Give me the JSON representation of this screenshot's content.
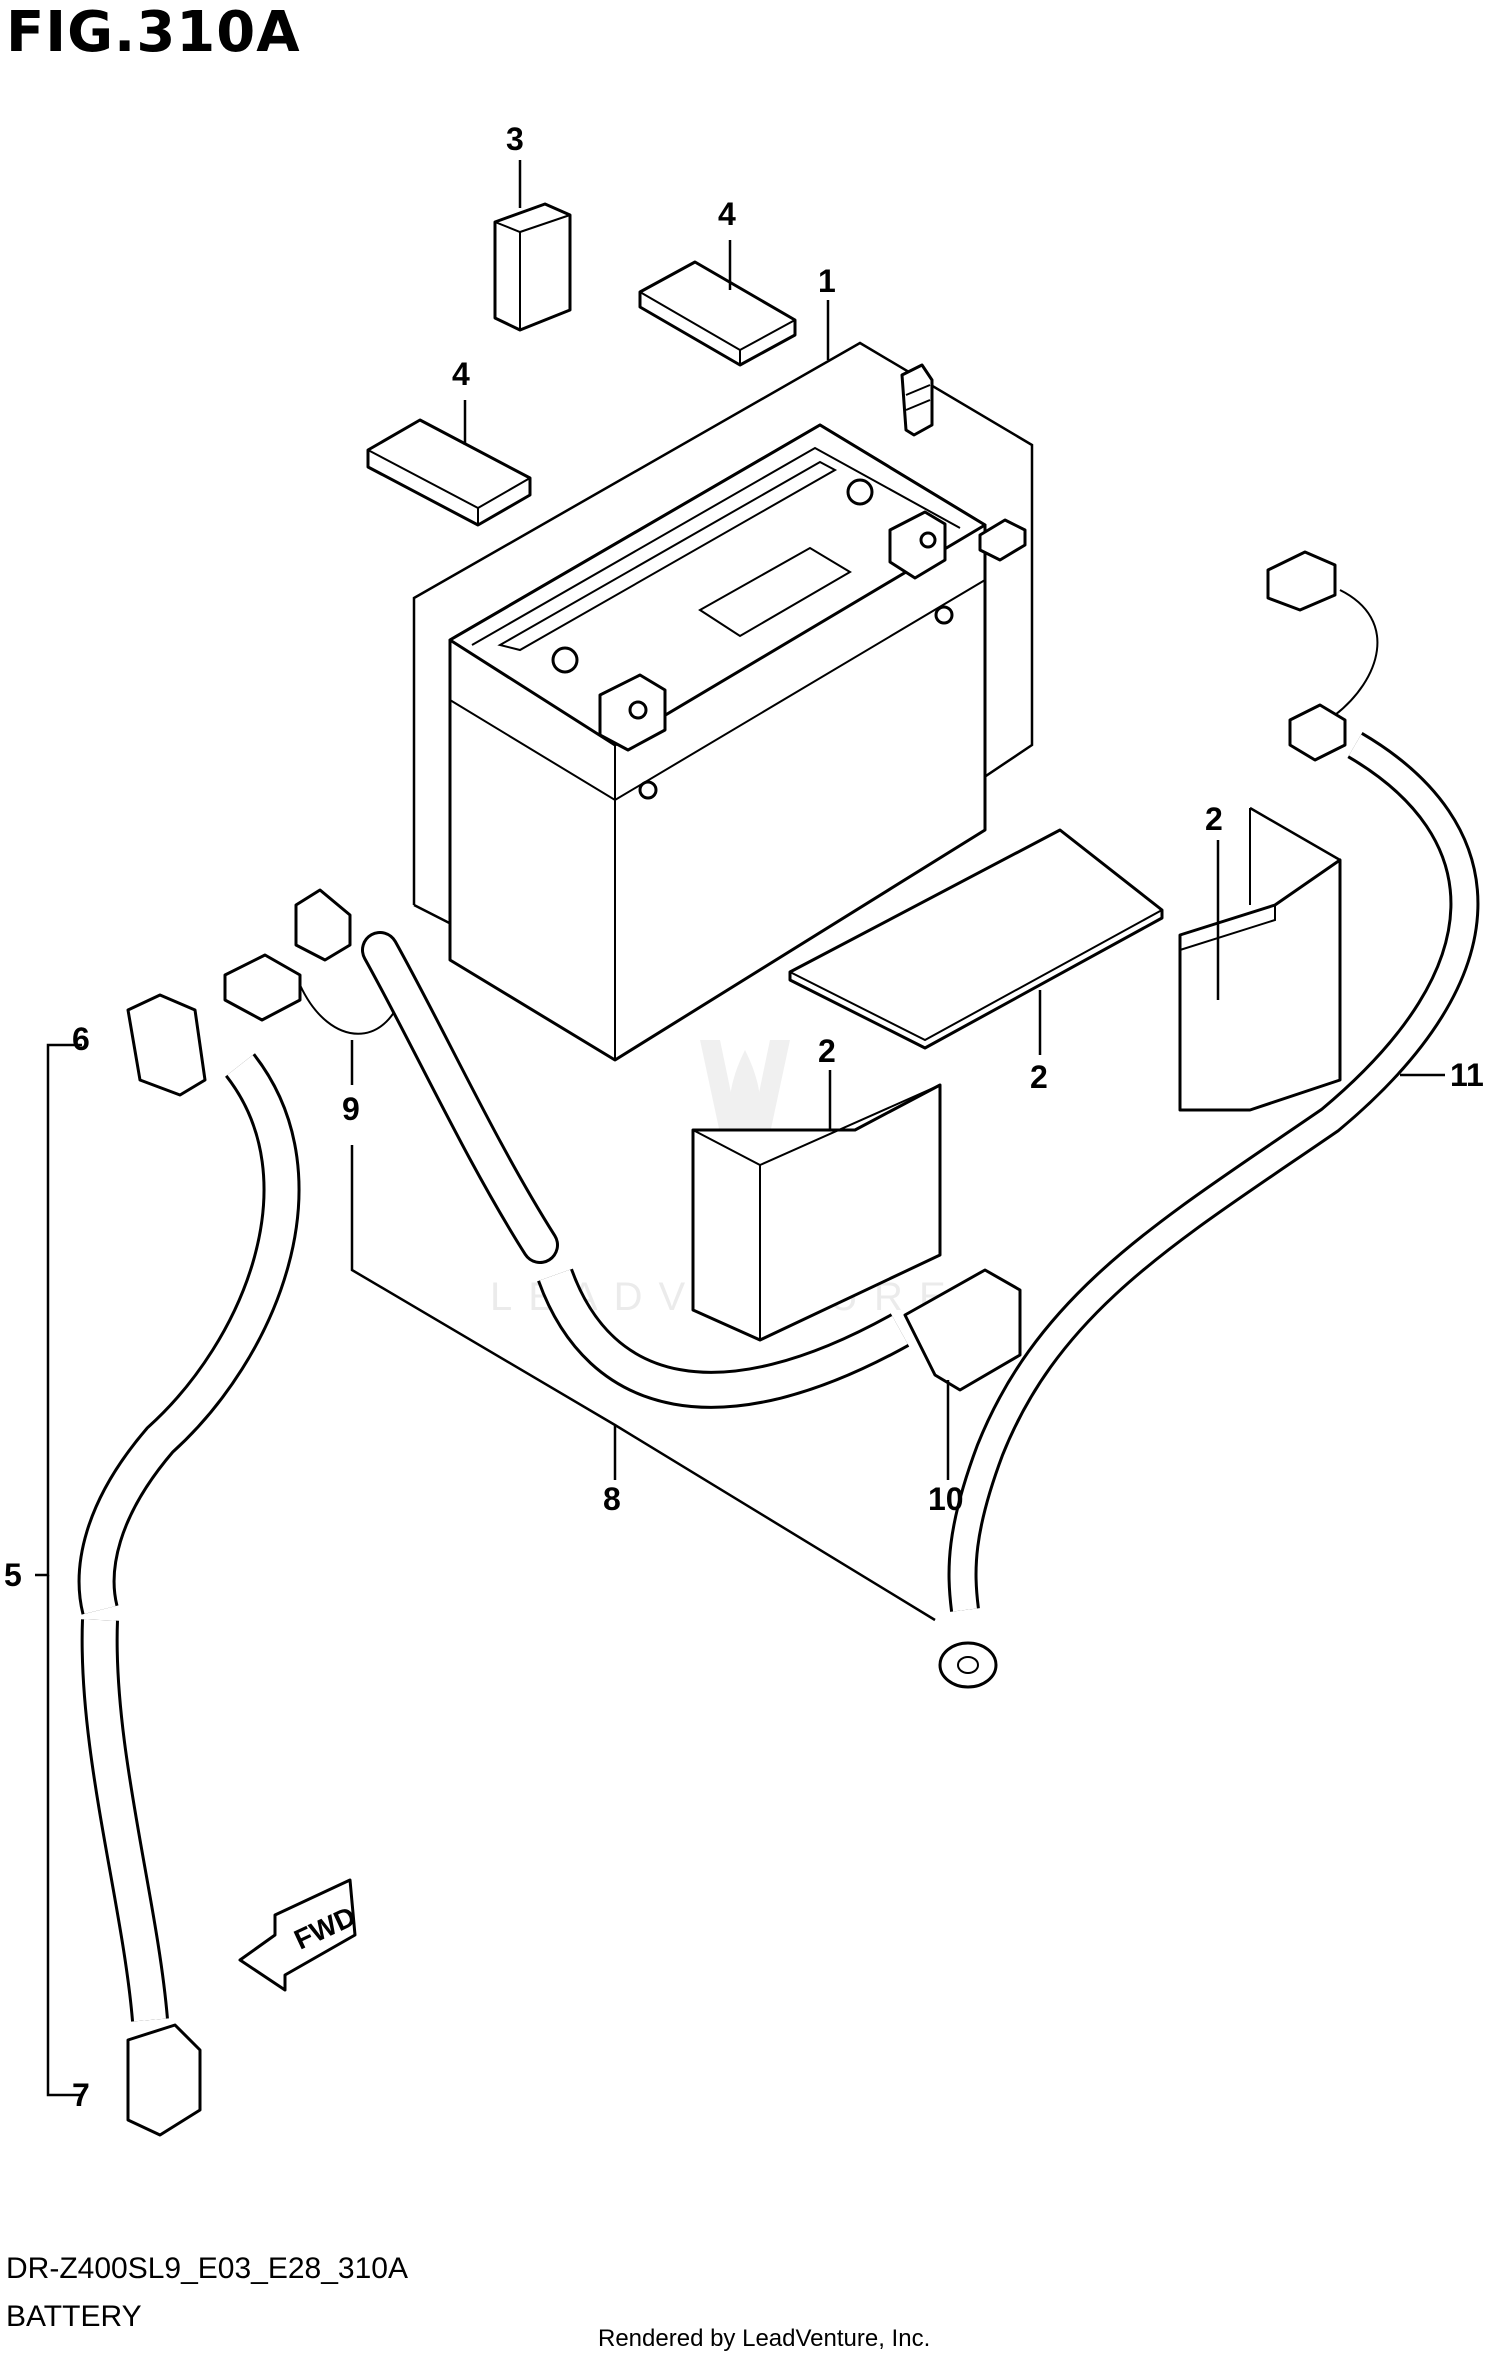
{
  "figure": {
    "title": "FIG.310A",
    "model_code": "DR-Z400SL9_E03_E28_310A",
    "section_name": "BATTERY",
    "rendered_by": "Rendered by LeadVenture, Inc.",
    "watermark": "LEADVENTURE",
    "fwd_label": "FWD"
  },
  "callouts": {
    "c1": "1",
    "c2a": "2",
    "c2b": "2",
    "c2c": "2",
    "c3": "3",
    "c4a": "4",
    "c4b": "4",
    "c5": "5",
    "c6": "6",
    "c7": "7",
    "c8": "8",
    "c9": "9",
    "c10": "10",
    "c11": "11"
  }
}
